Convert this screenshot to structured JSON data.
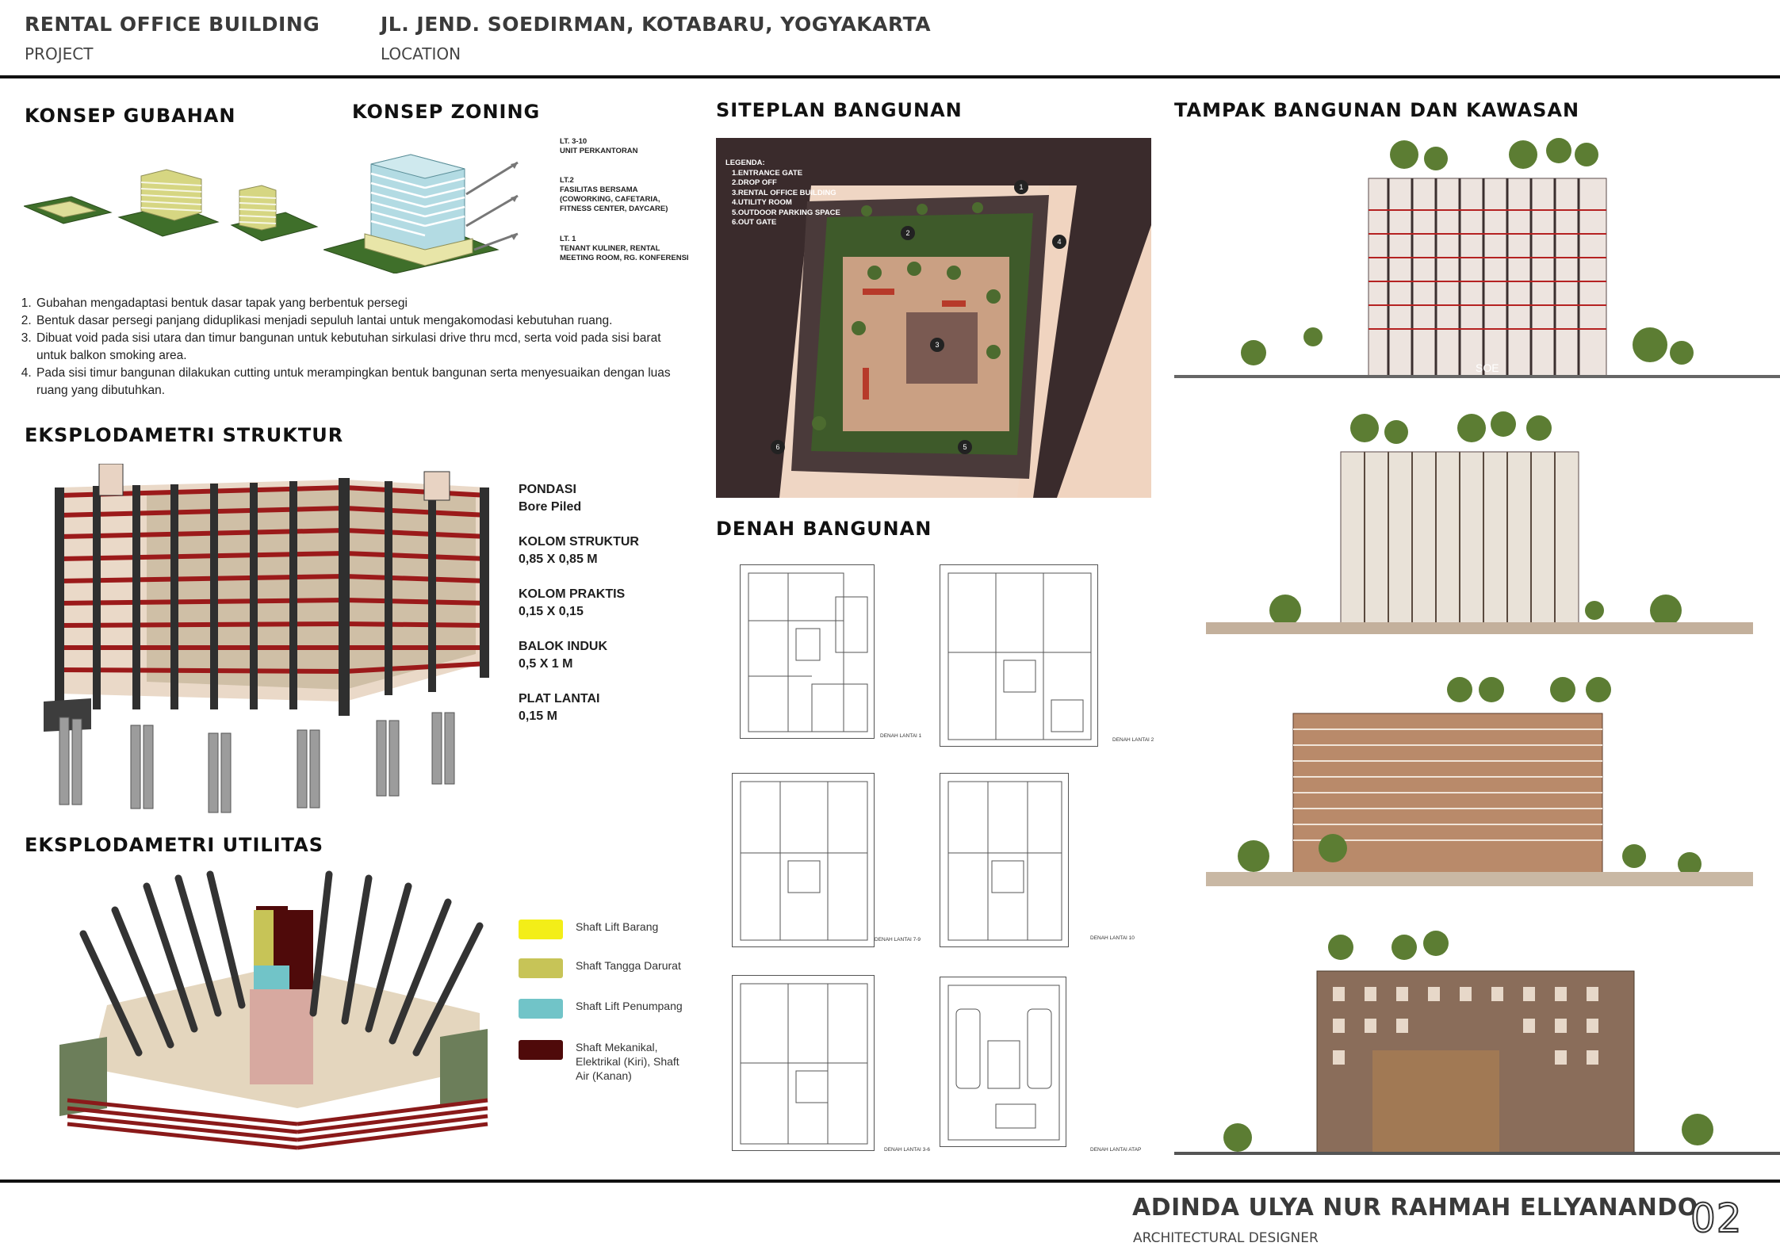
{
  "header": {
    "project_title": "RENTAL OFFICE BUILDING",
    "project_label": "PROJECT",
    "location_title": "JL. JEND. SOEDIRMAN, KOTABARU, YOGYAKARTA",
    "location_label": "LOCATION"
  },
  "sections": {
    "gubahan": "KONSEP GUBAHAN",
    "zoning": "KONSEP ZONING",
    "siteplan": "SITEPLAN BANGUNAN",
    "tampak": "TAMPAK BANGUNAN DAN KAWASAN",
    "struktur": "EKSPLODAMETRI STRUKTUR",
    "denah": "DENAH BANGUNAN",
    "utilitas": "EKSPLODAMETRI UTILITAS"
  },
  "zoning_labels": {
    "lt3_10_a": "LT. 3-10",
    "lt3_10_b": "UNIT PERKANTORAN",
    "lt2_a": "LT.2",
    "lt2_b": "FASILITAS BERSAMA",
    "lt2_c": "(COWORKING, CAFETARIA,",
    "lt2_d": "FITNESS CENTER, DAYCARE)",
    "lt1_a": "LT. 1",
    "lt1_b": "TENANT KULINER, RENTAL",
    "lt1_c": "MEETING ROOM, RG. KONFERENSI"
  },
  "notes": [
    "Gubahan mengadaptasi bentuk dasar tapak yang berbentuk persegi",
    "Bentuk dasar persegi panjang diduplikasi menjadi sepuluh lantai untuk mengakomodasi kebutuhan ruang.",
    "Dibuat void pada sisi utara dan timur bangunan untuk kebutuhan sirkulasi drive thru mcd, serta void pada sisi barat untuk balkon smoking area.",
    "Pada sisi timur bangunan dilakukan cutting untuk merampingkan bentuk bangunan serta menyesuaikan dengan luas ruang yang dibutuhkan."
  ],
  "structure_specs": [
    {
      "label": "PONDASI",
      "value": "Bore Piled"
    },
    {
      "label": "KOLOM STRUKTUR",
      "value": "0,85 X 0,85 M"
    },
    {
      "label": "KOLOM PRAKTIS",
      "value": "0,15 X 0,15"
    },
    {
      "label": "BALOK INDUK",
      "value": "0,5 X 1 M"
    },
    {
      "label": "PLAT LANTAI",
      "value": "0,15 M"
    }
  ],
  "utility_legend": [
    {
      "label": "Shaft Lift Barang",
      "color": "#f3ee18"
    },
    {
      "label": "Shaft Tangga Darurat",
      "color": "#c7c457"
    },
    {
      "label": "Shaft Lift Penumpang",
      "color": "#71c4c8"
    },
    {
      "label": "Shaft Mekanikal, Elektrikal (Kiri), Shaft Air (Kanan)",
      "color": "#4f0a0a"
    }
  ],
  "siteplan_legend": {
    "title": "LEGENDA:",
    "items": [
      "1.ENTRANCE GATE",
      "2.DROP OFF",
      "3.RENTAL OFFICE BUILDING",
      "4.UTILITY ROOM",
      "5.OUTDOOR PARKING SPACE",
      "6.OUT GATE"
    ],
    "markers": [
      "1",
      "2",
      "3",
      "4",
      "5",
      "6"
    ]
  },
  "floor_plans": {
    "labels": [
      "DENAH LANTAI 1",
      "DENAH LANTAI 2",
      "DENAH LANTAI 7-9",
      "DENAH LANTAI 10",
      "DENAH LANTAI 3-6",
      "DENAH LANTAI ATAP"
    ]
  },
  "elevation_sign": "SOE",
  "footer": {
    "author": "ADINDA ULYA NUR RAHMAH ELLYANANDO",
    "role": "ARCHITECTURAL DESIGNER",
    "page": "02"
  },
  "colors": {
    "grass": "#3d6b2a",
    "beam_red": "#8a1a1a",
    "facade_brown": "#7a5a4a",
    "glass": "#a9d2dc"
  }
}
